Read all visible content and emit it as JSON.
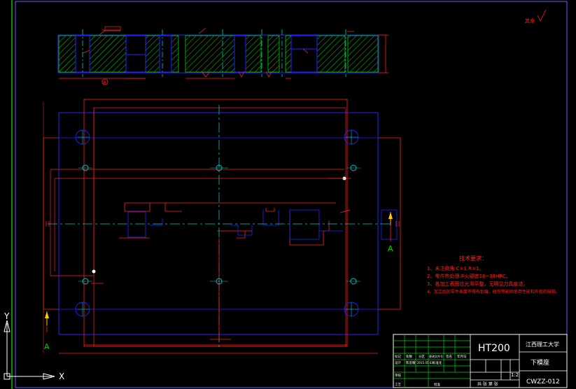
{
  "title_block": {
    "material": "HT200",
    "school": "江西理工大学",
    "part_name": "下模座",
    "drawing_no": "CWZZ-012",
    "scale": "1:2",
    "sheet_info": "共  张 第  张",
    "cells": {
      "c1": "标记",
      "c2": "处数",
      "c3": "分区",
      "c4": "更改文件号",
      "c5": "签名",
      "c6": "年月日",
      "c7": "设计",
      "c8": "陈思耀",
      "c9": "2015.05.03",
      "c10": "标准化",
      "c11": "审核",
      "c12": "工艺",
      "c13": "批准"
    }
  },
  "notes": {
    "heading": "技术要求：",
    "lines": [
      "1、未注倒角  C=1,R=1。",
      "2、零件热处理淬火硬度28~38HRC。",
      "3、各加工表面应光滑平整，无明显刀具痕迹。",
      "4、加工后的零件表面不得有划痕，碰伤等影响使用性能和外观的缺陷。"
    ]
  },
  "labels": {
    "section_a_right": "A",
    "section_a_left": "A",
    "section_circle": "A",
    "roughness_other": "其余",
    "axis_y": "Y",
    "axis_x": "X"
  },
  "colors": {
    "outline": "#2323ff",
    "dimension": "#ff2020",
    "center": "#00c8c8",
    "hatch": "#00d200",
    "white": "#ffffff",
    "frame": "#4a4aff"
  }
}
